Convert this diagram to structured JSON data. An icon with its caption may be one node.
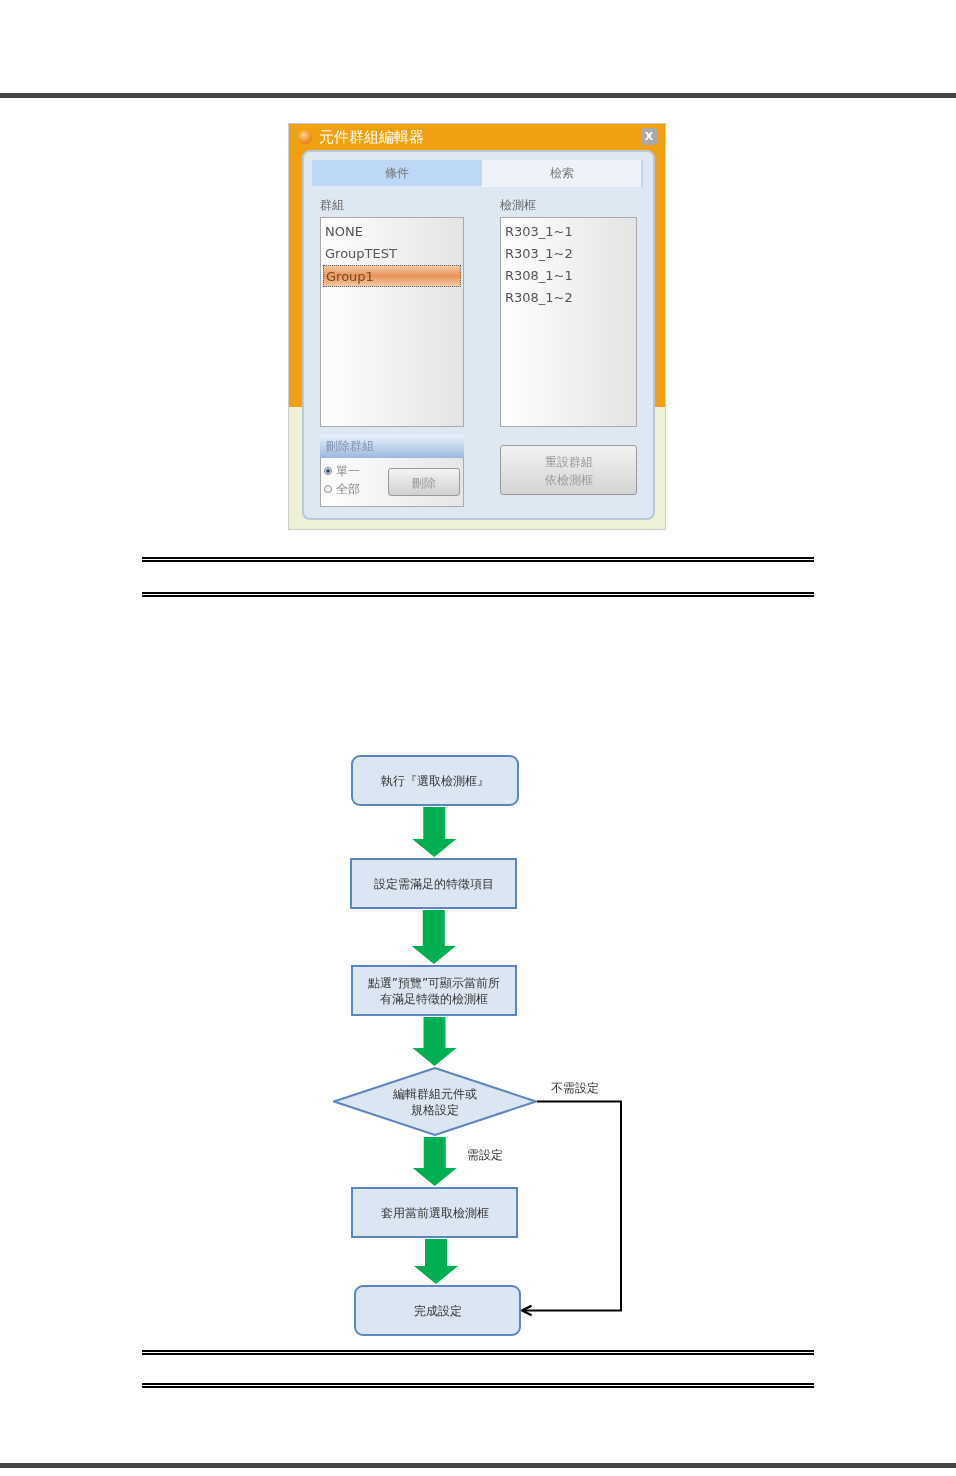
{
  "diagram": {
    "nodes": [
      {
        "text": [
          "執行『選取檢測框』"
        ]
      },
      {
        "text": [
          "設定需滿足的特徵項目"
        ]
      },
      {
        "text": [
          "點選”預覽”可顯示當前所有滿足特徵的檢測框"
        ]
      },
      {
        "text": [
          "編輯群組元件或規格設定"
        ]
      },
      {
        "text": [
          "套用當前選取檢測框"
        ]
      },
      {
        "text": [
          "完成設定"
        ]
      }
    ],
    "edges": [
      {
        "from": 0,
        "to": 1,
        "arrow": "to",
        "style": "thick"
      },
      {
        "from": 1,
        "to": 2,
        "arrow": "to",
        "style": "thick"
      },
      {
        "from": 2,
        "to": 3,
        "arrow": "to",
        "style": "thick"
      },
      {
        "from": 3,
        "to": 4,
        "arrow": "to",
        "style": "thick",
        "label": "需設定"
      },
      {
        "from": 4,
        "to": 5,
        "arrow": "to",
        "style": "thick"
      },
      {
        "from": 3,
        "to": 5,
        "arrow": "to",
        "color": "#000000",
        "label": "不需設定"
      }
    ],
    "labels": [
      "元件群組編輯器",
      "X",
      "條件",
      "檢索",
      "群組",
      "檢測框",
      "NONE",
      "GroupTEST",
      "Group1",
      "R303_1~1",
      "R303_1~2",
      "R308_1~1",
      "R308_1~2",
      "刪除群組",
      "單一",
      "全部",
      "刪除",
      "重設群組依檢測框"
    ]
  }
}
